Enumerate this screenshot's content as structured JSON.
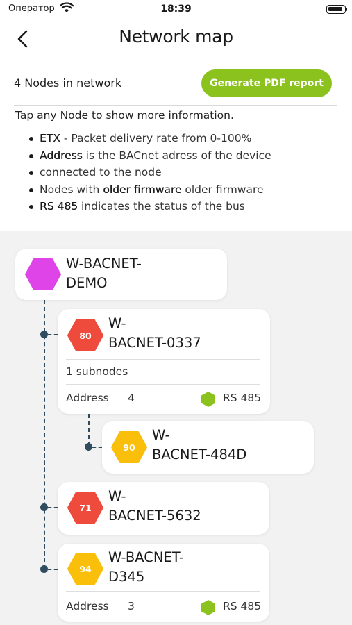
{
  "status_bar": {
    "carrier": "Оператор",
    "time": "18:39"
  },
  "header": {
    "title": "Network map"
  },
  "summary": {
    "nodes_count": "4 Nodes in network",
    "pdf_button": "Generate PDF report"
  },
  "info": {
    "intro": "Tap any Node to show more information.",
    "bullets": [
      {
        "bold": "ETX",
        "text": " - Packet delivery rate from 0-100%"
      },
      {
        "bold": "Address",
        "text": " is the BACnet adress of the device",
        "cont": "connected to the node"
      },
      {
        "pre": "Nodes with ",
        "bold": "older firmware",
        "text": " older firmware"
      },
      {
        "bold": "RS 485",
        "text": " indicates the status of the bus"
      }
    ]
  },
  "nodes": {
    "root": {
      "name_line1": "W-BACNET-",
      "name_line2": "DEMO",
      "color": "#de44e8"
    },
    "n0337": {
      "etx": "80",
      "name_line1": "W-",
      "name_line2": "BACNET-0337",
      "color": "#ee4b3c",
      "subnodes": "1 subnodes",
      "address_label": "Address",
      "address_value": "4",
      "rs_label": "RS 485",
      "rs_color": "#8cc21e"
    },
    "n484d": {
      "etx": "90",
      "name_line1": "W-",
      "name_line2": "BACNET-484D",
      "color": "#f9bf0a"
    },
    "n5632": {
      "etx": "71",
      "name_line1": "W-",
      "name_line2": "BACNET-5632",
      "color": "#ee4b3c"
    },
    "nd345": {
      "etx": "94",
      "name_line1": "W-BACNET-",
      "name_line2": "D345",
      "color": "#f9bf0a",
      "address_label": "Address",
      "address_value": "3",
      "rs_label": "RS 485",
      "rs_color": "#8cc21e"
    }
  },
  "colors": {
    "accent": "#8cc21e",
    "tree_line": "#2f4d5e"
  }
}
